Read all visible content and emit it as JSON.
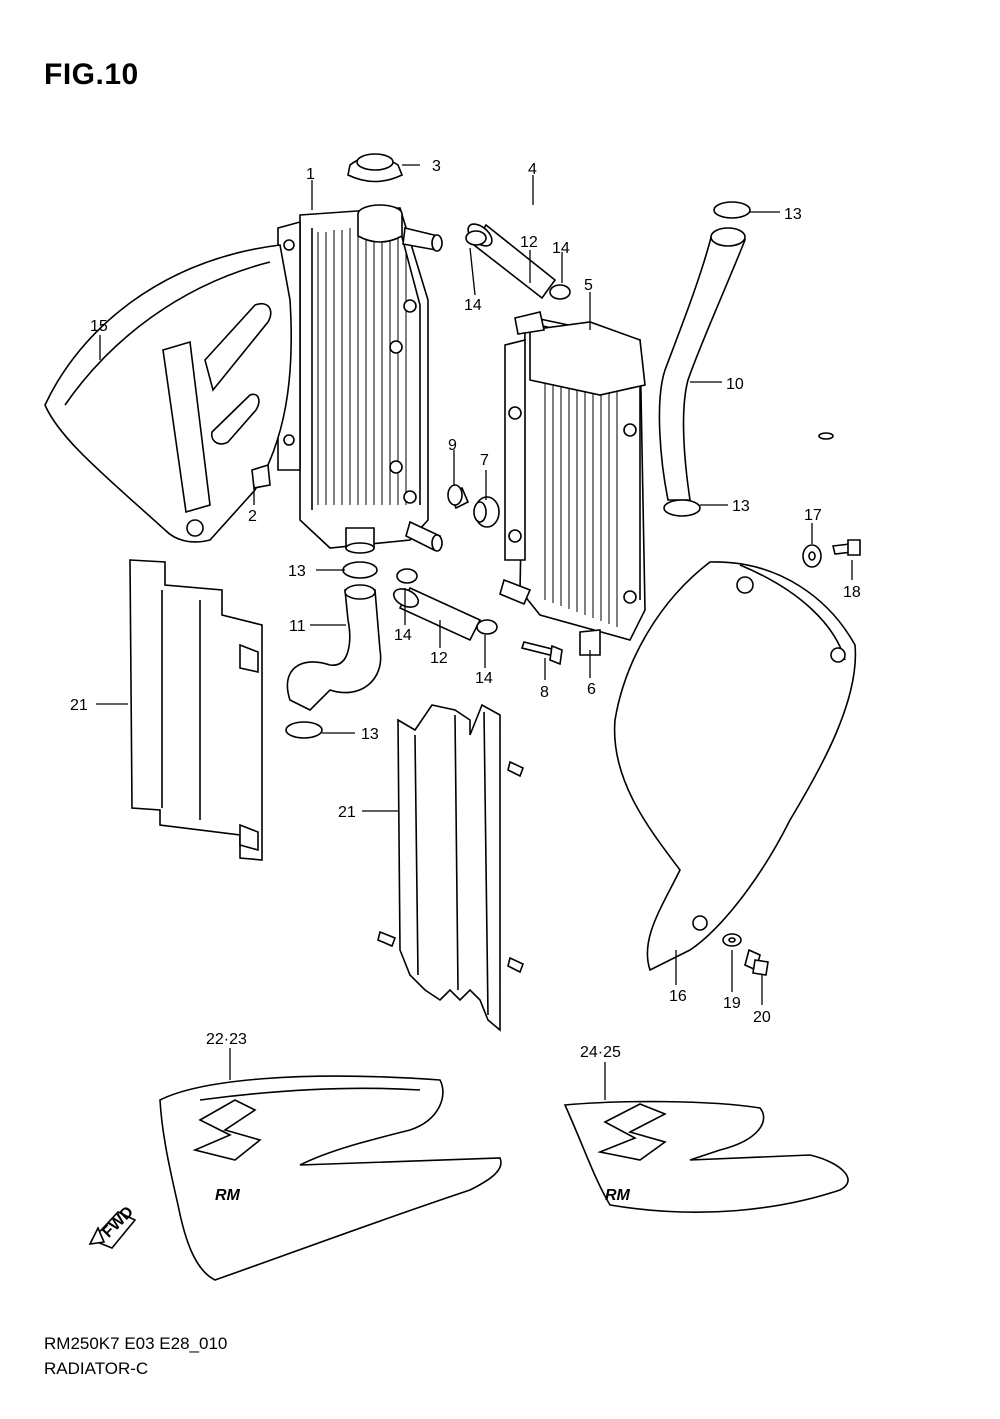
{
  "figure": {
    "title": "FIG.10",
    "drawing_code": "RM250K7 E03 E28_010",
    "drawing_name": "RADIATOR-C",
    "fwd_label": "FWD",
    "decal_text": "RM"
  },
  "callouts": [
    {
      "id": "c1",
      "label": "1"
    },
    {
      "id": "c2",
      "label": "2"
    },
    {
      "id": "c3",
      "label": "3"
    },
    {
      "id": "c4",
      "label": "4"
    },
    {
      "id": "c5",
      "label": "5"
    },
    {
      "id": "c6",
      "label": "6"
    },
    {
      "id": "c7",
      "label": "7"
    },
    {
      "id": "c8",
      "label": "8"
    },
    {
      "id": "c9",
      "label": "9"
    },
    {
      "id": "c10",
      "label": "10"
    },
    {
      "id": "c11",
      "label": "11"
    },
    {
      "id": "c12a",
      "label": "12"
    },
    {
      "id": "c12b",
      "label": "12"
    },
    {
      "id": "c13a",
      "label": "13"
    },
    {
      "id": "c13b",
      "label": "13"
    },
    {
      "id": "c13c",
      "label": "13"
    },
    {
      "id": "c13d",
      "label": "13"
    },
    {
      "id": "c14a",
      "label": "14"
    },
    {
      "id": "c14b",
      "label": "14"
    },
    {
      "id": "c14c",
      "label": "14"
    },
    {
      "id": "c14d",
      "label": "14"
    },
    {
      "id": "c15",
      "label": "15"
    },
    {
      "id": "c16",
      "label": "16"
    },
    {
      "id": "c17",
      "label": "17"
    },
    {
      "id": "c18",
      "label": "18"
    },
    {
      "id": "c19",
      "label": "19"
    },
    {
      "id": "c20",
      "label": "20"
    },
    {
      "id": "c21a",
      "label": "21"
    },
    {
      "id": "c21b",
      "label": "21"
    },
    {
      "id": "c22",
      "label": "22·23"
    },
    {
      "id": "c24",
      "label": "24·25"
    }
  ]
}
